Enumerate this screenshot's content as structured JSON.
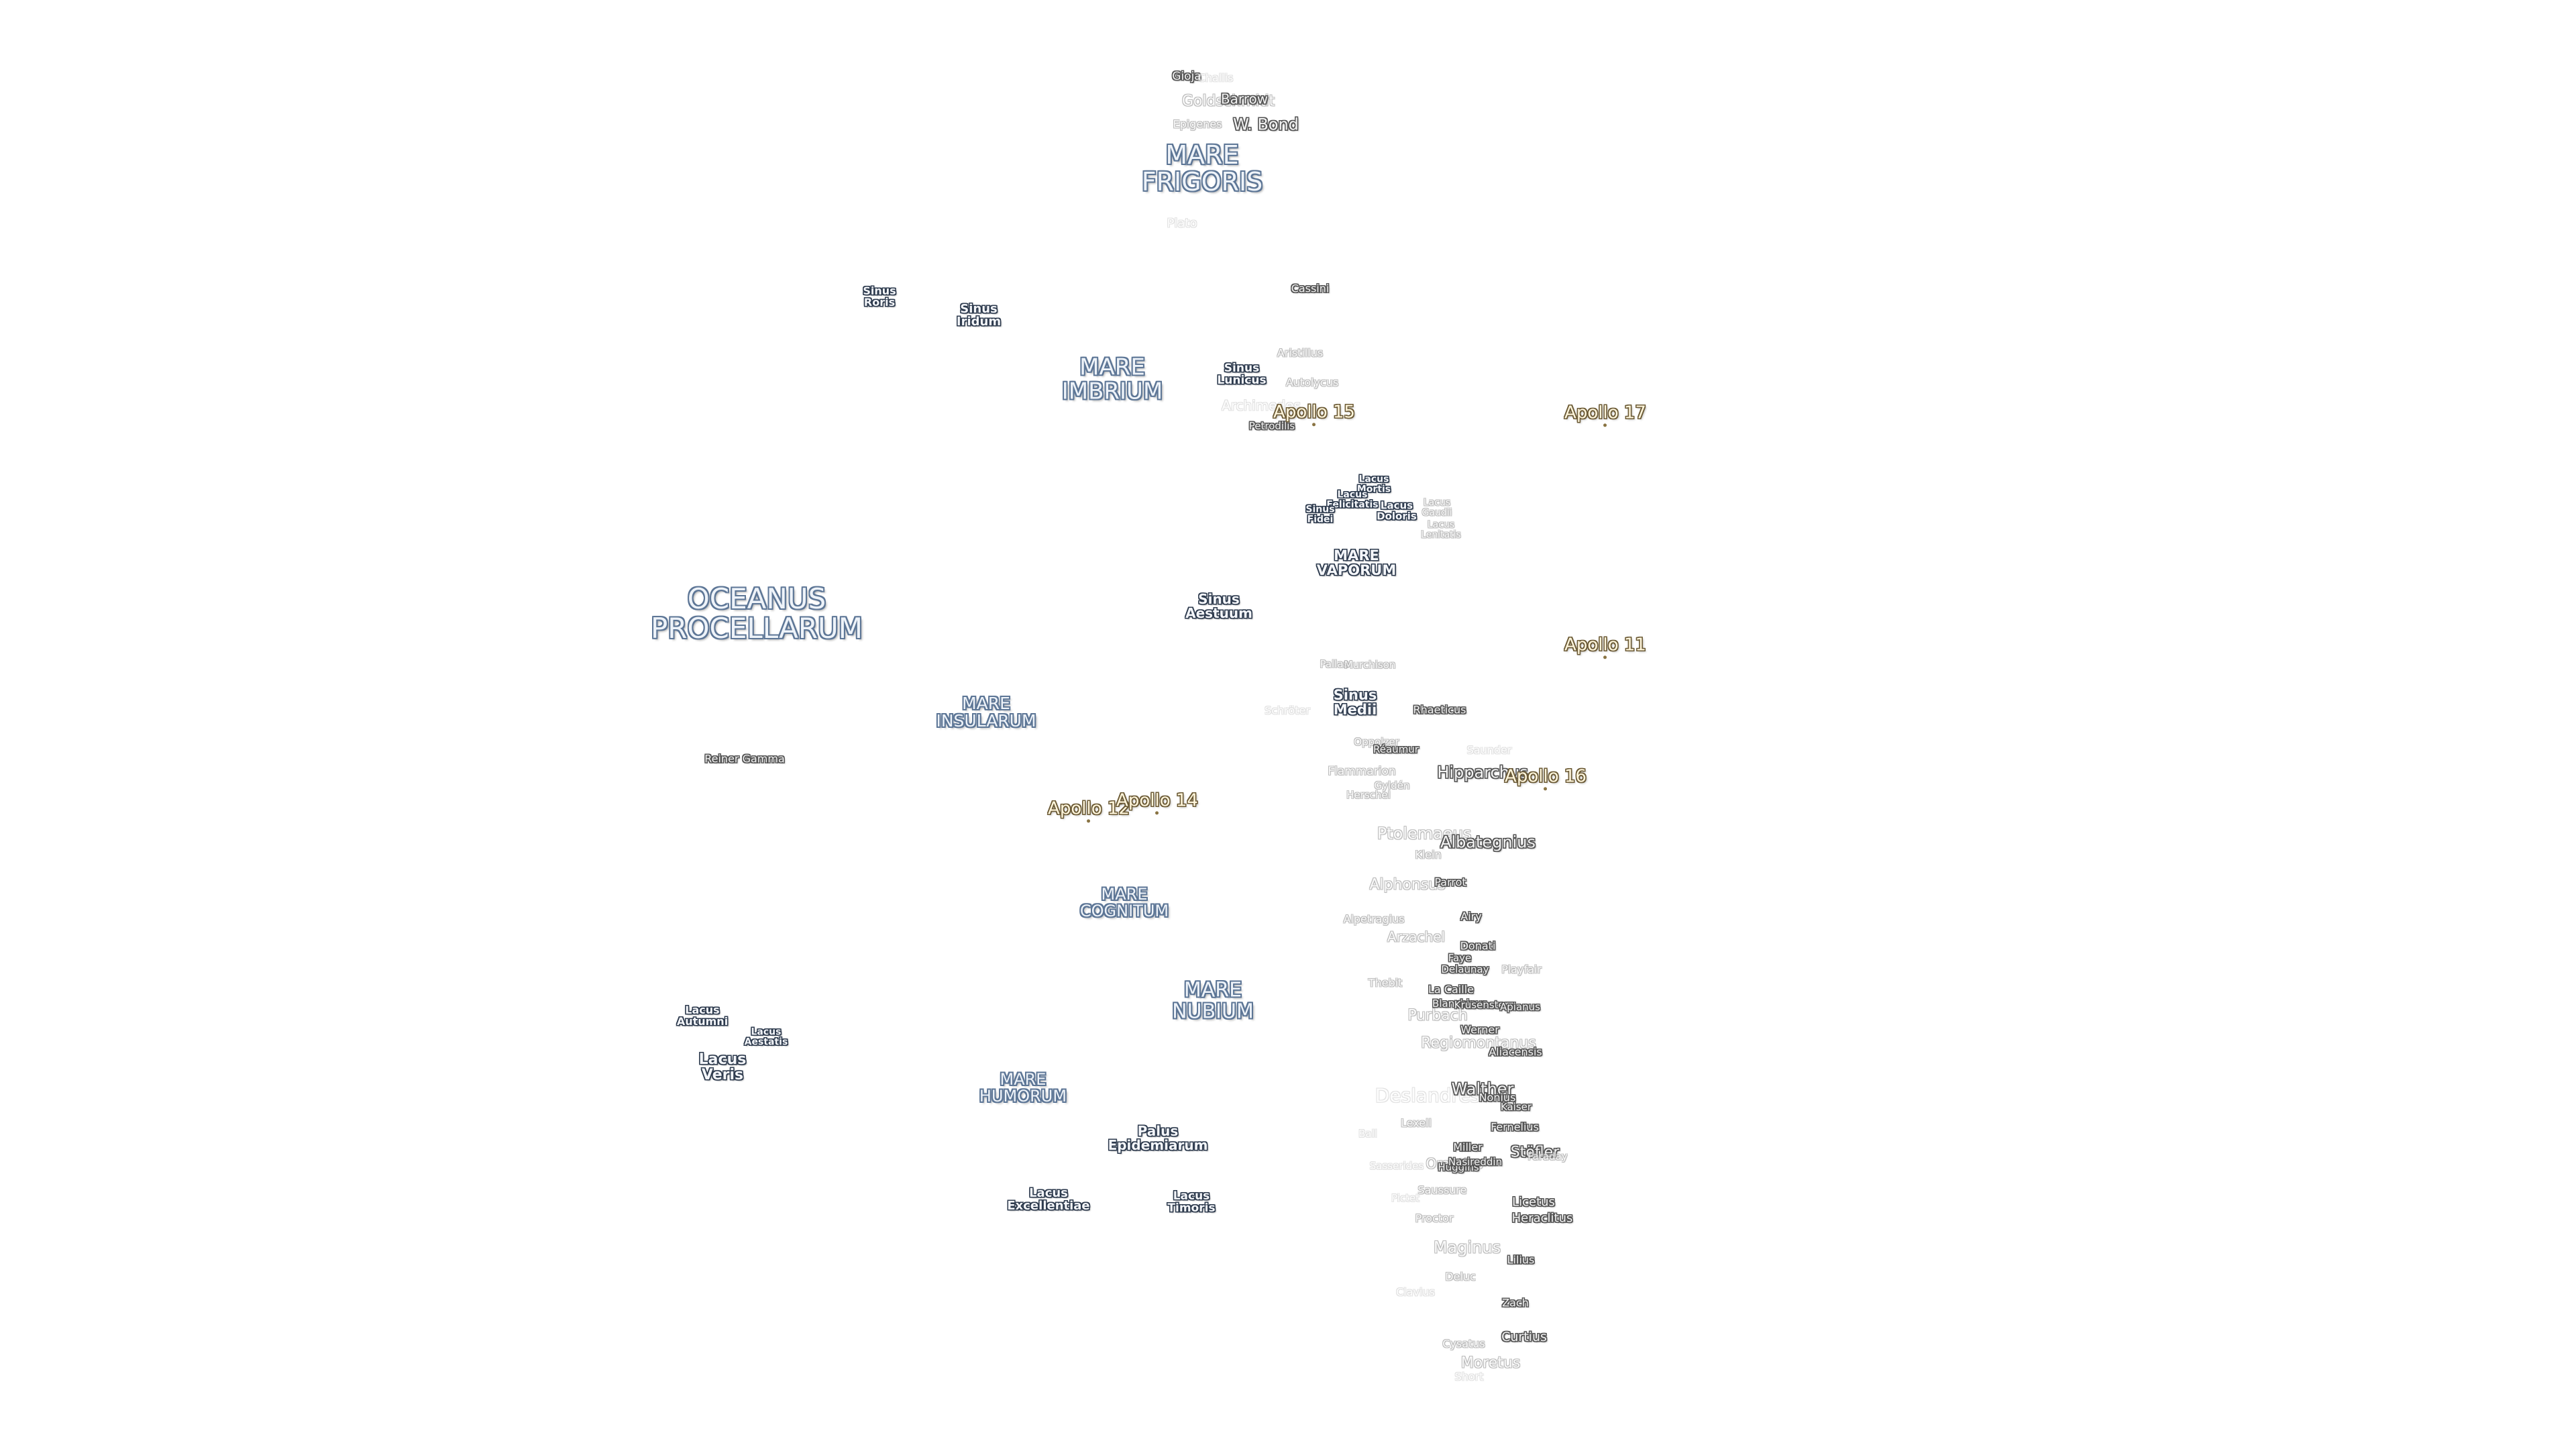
{
  "map": {
    "maria": [
      {
        "id": "mare-frigoris",
        "lines": [
          "MARE",
          "FRIGORIS"
        ]
      },
      {
        "id": "mare-imbrium",
        "lines": [
          "MARE",
          "IMBRIUM"
        ]
      },
      {
        "id": "oceanus-procellarum",
        "lines": [
          "OCEANUS",
          "PROCELLARUM"
        ]
      },
      {
        "id": "mare-insularum",
        "lines": [
          "MARE",
          "INSULARUM"
        ]
      },
      {
        "id": "mare-cognitum",
        "lines": [
          "MARE",
          "COGNITUM"
        ]
      },
      {
        "id": "mare-nubium",
        "lines": [
          "MARE",
          "NUBIUM"
        ]
      },
      {
        "id": "mare-humorum",
        "lines": [
          "MARE",
          "HUMORUM"
        ]
      },
      {
        "id": "mare-vaporum",
        "lines": [
          "MARE",
          "VAPORUM"
        ]
      }
    ],
    "features": [
      {
        "id": "sinus-roris",
        "lines": [
          "Sinus",
          "Roris"
        ]
      },
      {
        "id": "sinus-iridum",
        "lines": [
          "Sinus",
          "Iridum"
        ]
      },
      {
        "id": "sinus-lunicus",
        "lines": [
          "Sinus",
          "Lunicus"
        ]
      },
      {
        "id": "lacus-mortis",
        "lines": [
          "Lacus",
          "Mortis"
        ]
      },
      {
        "id": "lacus-felicitatis",
        "lines": [
          "Lacus",
          "Felicitatis"
        ]
      },
      {
        "id": "sinus-fidei",
        "lines": [
          "Sinus",
          "Fidei"
        ]
      },
      {
        "id": "lacus-doloris",
        "lines": [
          "Lacus",
          "Doloris"
        ]
      },
      {
        "id": "lacus-gaudii",
        "lines": [
          "Lacus",
          "Gaudii"
        ]
      },
      {
        "id": "lacus-lenitatis",
        "lines": [
          "Lacus",
          "Lenitatis"
        ]
      },
      {
        "id": "sinus-aestuum",
        "lines": [
          "Sinus",
          "Aestuum"
        ]
      },
      {
        "id": "sinus-medii",
        "lines": [
          "Sinus",
          "Medii"
        ]
      },
      {
        "id": "lacus-autumni",
        "lines": [
          "Lacus",
          "Autumni"
        ]
      },
      {
        "id": "lacus-aestatis",
        "lines": [
          "Lacus",
          "Aestatis"
        ]
      },
      {
        "id": "lacus-veris",
        "lines": [
          "Lacus",
          "Veris"
        ]
      },
      {
        "id": "palus-epidemiarum",
        "lines": [
          "Palus",
          "Epidemiarum"
        ]
      },
      {
        "id": "lacus-excellentiae",
        "lines": [
          "Lacus",
          "Excellentiae"
        ]
      },
      {
        "id": "lacus-timoris",
        "lines": [
          "Lacus",
          "Timoris"
        ]
      }
    ],
    "craters": [
      {
        "id": "gioja",
        "lines": [
          "Gioja"
        ]
      },
      {
        "id": "challis",
        "lines": [
          "Challis"
        ]
      },
      {
        "id": "goldschmidt",
        "lines": [
          "Goldschmidt"
        ]
      },
      {
        "id": "barrow",
        "lines": [
          "Barrow"
        ]
      },
      {
        "id": "w-bond",
        "lines": [
          "W. Bond"
        ]
      },
      {
        "id": "epigenes",
        "lines": [
          "Epigenes"
        ]
      },
      {
        "id": "plato",
        "lines": [
          "Plato"
        ]
      },
      {
        "id": "cassini",
        "lines": [
          "Cassini"
        ]
      },
      {
        "id": "aristillus",
        "lines": [
          "Aristillus"
        ]
      },
      {
        "id": "autolycus",
        "lines": [
          "Autolycus"
        ]
      },
      {
        "id": "archimedes",
        "lines": [
          "Archimedes"
        ]
      },
      {
        "id": "petrodilis",
        "lines": [
          "Petrodilis"
        ]
      },
      {
        "id": "reiner-gamma",
        "lines": [
          "Reiner Gamma"
        ]
      },
      {
        "id": "pallas",
        "lines": [
          "Pallas"
        ]
      },
      {
        "id": "murchison",
        "lines": [
          "Murchison"
        ]
      },
      {
        "id": "schroter",
        "lines": [
          "Schröter"
        ]
      },
      {
        "id": "rhaeticus",
        "lines": [
          "Rhaeticus"
        ]
      },
      {
        "id": "oppolzer",
        "lines": [
          "Oppolzer"
        ]
      },
      {
        "id": "reaumur",
        "lines": [
          "Réaumur"
        ]
      },
      {
        "id": "saunder",
        "lines": [
          "Saunder"
        ]
      },
      {
        "id": "flammarion",
        "lines": [
          "Flammarion"
        ]
      },
      {
        "id": "gyldén",
        "lines": [
          "Gyldén"
        ]
      },
      {
        "id": "hipparchus",
        "lines": [
          "Hipparchus"
        ]
      },
      {
        "id": "herschel",
        "lines": [
          "Herschel"
        ]
      },
      {
        "id": "ptolemaeus",
        "lines": [
          "Ptolemaeus"
        ]
      },
      {
        "id": "albategnius",
        "lines": [
          "Albategnius"
        ]
      },
      {
        "id": "klein",
        "lines": [
          "Klein"
        ]
      },
      {
        "id": "alphonsus",
        "lines": [
          "Alphonsus"
        ]
      },
      {
        "id": "parrot",
        "lines": [
          "Parrot"
        ]
      },
      {
        "id": "alpetragius",
        "lines": [
          "Alpetragius"
        ]
      },
      {
        "id": "airy",
        "lines": [
          "Airy"
        ]
      },
      {
        "id": "arzachel",
        "lines": [
          "Arzachel"
        ]
      },
      {
        "id": "donati",
        "lines": [
          "Donati"
        ]
      },
      {
        "id": "faye",
        "lines": [
          "Faye"
        ]
      },
      {
        "id": "delaunay",
        "lines": [
          "Delaunay"
        ]
      },
      {
        "id": "playfair",
        "lines": [
          "Playfair"
        ]
      },
      {
        "id": "thebit",
        "lines": [
          "Thebit"
        ]
      },
      {
        "id": "la-caille",
        "lines": [
          "La Caille"
        ]
      },
      {
        "id": "blanchinus",
        "lines": [
          "Blanchinus"
        ]
      },
      {
        "id": "krusenstern",
        "lines": [
          "Krusenstern"
        ]
      },
      {
        "id": "apianus",
        "lines": [
          "Apianus"
        ]
      },
      {
        "id": "purbach",
        "lines": [
          "Purbach"
        ]
      },
      {
        "id": "werner",
        "lines": [
          "Werner"
        ]
      },
      {
        "id": "regiomontanus",
        "lines": [
          "Regiomontanus"
        ]
      },
      {
        "id": "aliacensis",
        "lines": [
          "Aliacensis"
        ]
      },
      {
        "id": "deslandres",
        "lines": [
          "Deslandres"
        ]
      },
      {
        "id": "walther",
        "lines": [
          "Walther"
        ]
      },
      {
        "id": "nonius",
        "lines": [
          "Nonius"
        ]
      },
      {
        "id": "kaiser",
        "lines": [
          "Kaiser"
        ]
      },
      {
        "id": "lexell",
        "lines": [
          "Lexell"
        ]
      },
      {
        "id": "ball",
        "lines": [
          "Ball"
        ]
      },
      {
        "id": "fernelius",
        "lines": [
          "Fernelius"
        ]
      },
      {
        "id": "miller",
        "lines": [
          "Miller"
        ]
      },
      {
        "id": "orontius",
        "lines": [
          "Orontius"
        ]
      },
      {
        "id": "huggins",
        "lines": [
          "Huggins"
        ]
      },
      {
        "id": "stofler",
        "lines": [
          "Stöfler"
        ]
      },
      {
        "id": "nasireddin",
        "lines": [
          "Nasireddin"
        ]
      },
      {
        "id": "faraday",
        "lines": [
          "Faraday"
        ]
      },
      {
        "id": "sasserides",
        "lines": [
          "Sasserides"
        ]
      },
      {
        "id": "saussure",
        "lines": [
          "Saussure"
        ]
      },
      {
        "id": "pictet",
        "lines": [
          "Pictet"
        ]
      },
      {
        "id": "licetus",
        "lines": [
          "Licetus"
        ]
      },
      {
        "id": "heraclitus",
        "lines": [
          "Heraclitus"
        ]
      },
      {
        "id": "proctor",
        "lines": [
          "Proctor"
        ]
      },
      {
        "id": "maginus",
        "lines": [
          "Maginus"
        ]
      },
      {
        "id": "lilius",
        "lines": [
          "Lilius"
        ]
      },
      {
        "id": "deluc",
        "lines": [
          "Deluc"
        ]
      },
      {
        "id": "zach",
        "lines": [
          "Zach"
        ]
      },
      {
        "id": "clavius",
        "lines": [
          "Clavius"
        ]
      },
      {
        "id": "curtius",
        "lines": [
          "Curtius"
        ]
      },
      {
        "id": "cysatus",
        "lines": [
          "Cysatus"
        ]
      },
      {
        "id": "moretus",
        "lines": [
          "Moretus"
        ]
      },
      {
        "id": "short",
        "lines": [
          "Short"
        ]
      }
    ],
    "landing_sites": [
      {
        "id": "apollo-11",
        "lines": [
          "Apollo 11"
        ]
      },
      {
        "id": "apollo-12",
        "lines": [
          "Apollo 12"
        ]
      },
      {
        "id": "apollo-14",
        "lines": [
          "Apollo 14"
        ]
      },
      {
        "id": "apollo-15",
        "lines": [
          "Apollo 15"
        ]
      },
      {
        "id": "apollo-16",
        "lines": [
          "Apollo 16"
        ]
      },
      {
        "id": "apollo-17",
        "lines": [
          "Apollo 17"
        ]
      }
    ]
  }
}
